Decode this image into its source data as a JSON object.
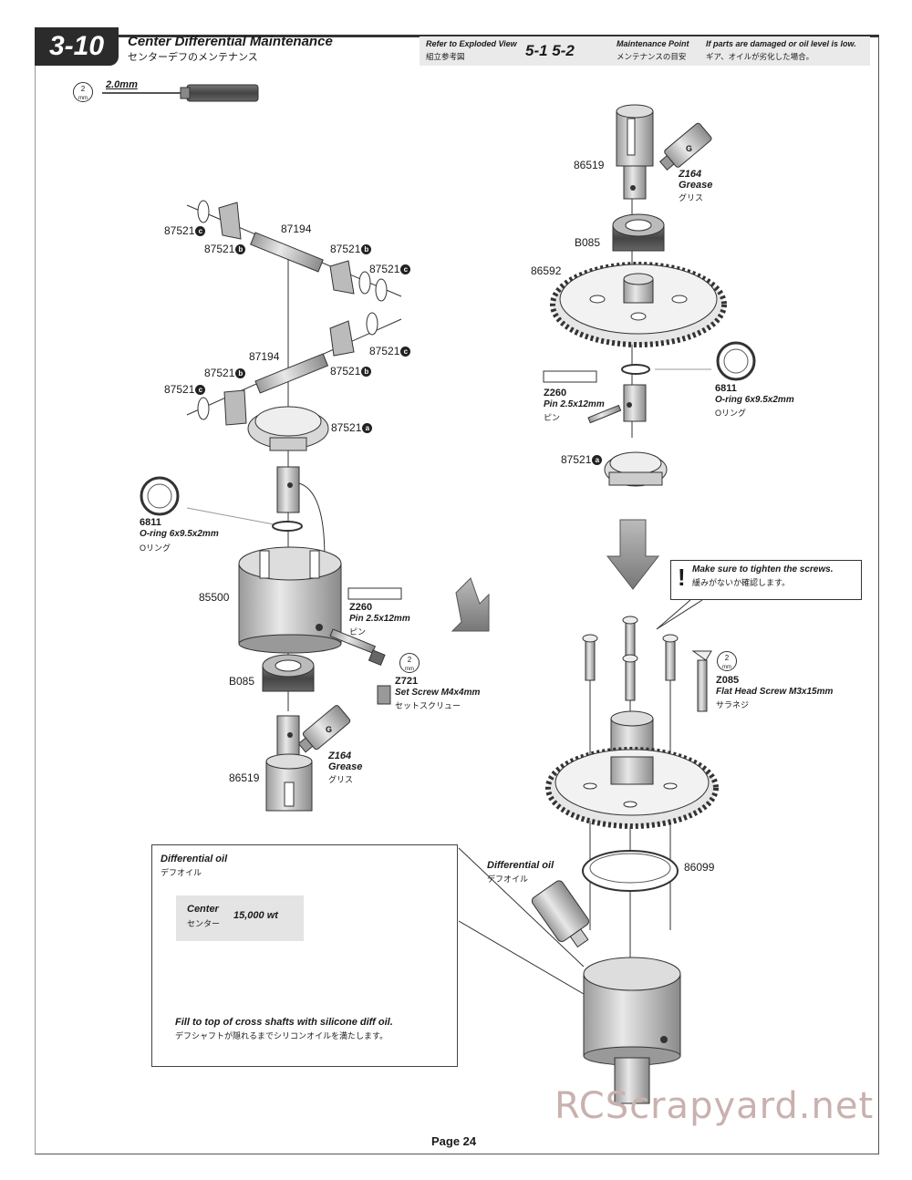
{
  "header": {
    "step_number": "3-10",
    "title": "Center Differential Maintenance",
    "title_jp": "センターデフのメンテナンス",
    "refer_label": "Refer to Exploded View",
    "refer_label_jp": "組立参考図",
    "refer_values": "5-1 5-2",
    "maint_label": "Maintenance Point",
    "maint_label_jp": "メンテナンスの目安",
    "maint_desc": "If parts are damaged or oil level is low.",
    "maint_desc_jp": "ギア、オイルが劣化した場合。"
  },
  "tool": {
    "size": "2",
    "unit": "mm",
    "label": "2.0mm"
  },
  "left_assembly": {
    "p1": "87521",
    "p1_mark": "c",
    "p2": "87521",
    "p2_mark": "b",
    "p3": "87194",
    "p4": "87521",
    "p4_mark": "b",
    "p5": "87521",
    "p5_mark": "c",
    "p6": "87194",
    "p7": "87521",
    "p7_mark": "c",
    "p8": "87521",
    "p8_mark": "b",
    "p9": "87521",
    "p9_mark": "b",
    "p10": "87521",
    "p10_mark": "c",
    "p11": "87521",
    "p11_mark": "a",
    "oring_code": "6811",
    "oring_name": "O-ring 6x9.5x2mm",
    "oring_jp": "Oリング",
    "case": "85500",
    "pin_code": "Z260",
    "pin_name": "Pin 2.5x12mm",
    "pin_jp": "ピン",
    "bearing": "B085",
    "set_screw_code": "Z721",
    "set_screw_name": "Set Screw M4x4mm",
    "set_screw_jp": "セットスクリュー",
    "grease_code": "Z164",
    "grease_name": "Grease",
    "grease_jp": "グリス",
    "grease_tube_letter": "G",
    "cup": "86519",
    "tool_size": "2",
    "tool_unit": "mm"
  },
  "right_assembly": {
    "cup": "86519",
    "grease_code": "Z164",
    "grease_name": "Grease",
    "grease_jp": "グリス",
    "grease_tube_letter": "G",
    "bearing": "B085",
    "gear": "86592",
    "pin_code": "Z260",
    "pin_name": "Pin 2.5x12mm",
    "pin_jp": "ピン",
    "oring_code": "6811",
    "oring_name": "O-ring 6x9.5x2mm",
    "oring_jp": "Oリング",
    "bevel": "87521",
    "bevel_mark": "a",
    "note": "Make sure to tighten the screws.",
    "note_jp": "緩みがないか確認します。",
    "screw_code": "Z085",
    "screw_name": "Flat Head Screw M3x15mm",
    "screw_jp": "サラネジ",
    "tool_size": "2",
    "tool_unit": "mm",
    "gasket": "86099",
    "oil_label": "Differential oil",
    "oil_label_jp": "デフオイル"
  },
  "inset": {
    "title": "Differential oil",
    "title_jp": "デフオイル",
    "row_label": "Center",
    "row_label_jp": "センター",
    "row_value": "15,000 wt",
    "instruction": "Fill to top of cross shafts with silicone diff oil.",
    "instruction_jp": "デフシャフトが隠れるまでシリコンオイルを満たします。"
  },
  "footer": {
    "page": "Page 24",
    "watermark": "RCScrapyard.net"
  }
}
